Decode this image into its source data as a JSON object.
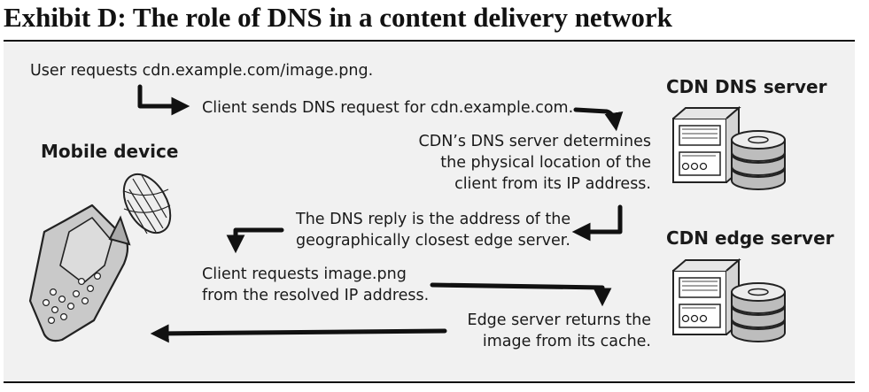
{
  "title": "Exhibit D: The role of DNS in a content delivery network",
  "labels": {
    "mobile_device": "Mobile device",
    "dns_server": "CDN DNS server",
    "edge_server": "CDN edge server"
  },
  "steps": [
    {
      "lines": [
        "User requests cdn.example.com/image.png."
      ]
    },
    {
      "lines": [
        "Client sends DNS request for cdn.example.com."
      ]
    },
    {
      "lines": [
        "CDN’s DNS server determines",
        "the physical location of the",
        "client from its IP address."
      ]
    },
    {
      "lines": [
        "The DNS reply is the address of the",
        "geographically closest edge server."
      ]
    },
    {
      "lines": [
        "Client requests image.png",
        "from the resolved IP address."
      ]
    },
    {
      "lines": [
        "Edge server returns the",
        "image from its cache."
      ]
    }
  ],
  "icons": {
    "mobile": "mobile-phone-with-satellite-dish-icon",
    "dns_server": "server-with-disk-stack-icon",
    "edge_server": "server-with-disk-stack-icon"
  }
}
